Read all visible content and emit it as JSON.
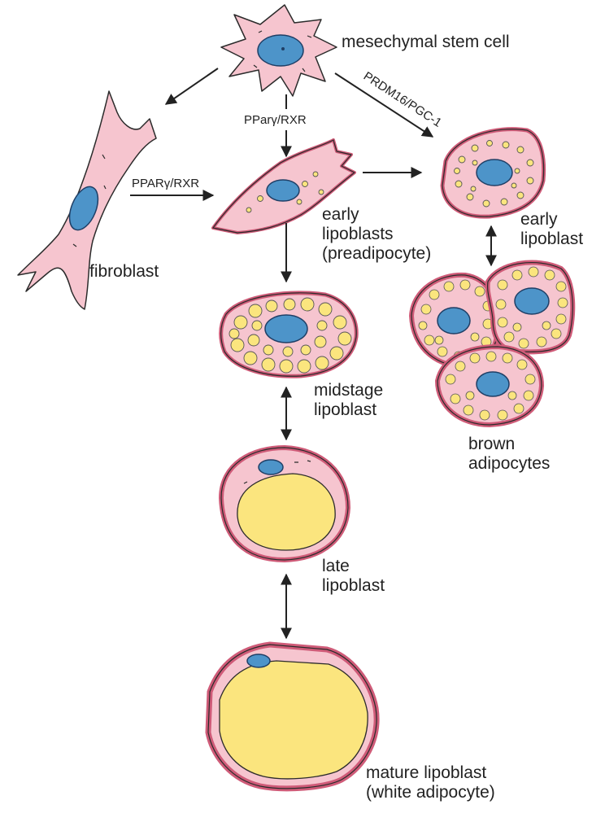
{
  "labels": {
    "msc": "mesechymal stem cell",
    "fibroblast": "fibroblast",
    "early_lipoblasts": [
      "early",
      "lipoblasts",
      "(preadipocyte)"
    ],
    "early_lipoblast": [
      "early",
      "lipoblast"
    ],
    "midstage": [
      "midstage",
      "lipoblast"
    ],
    "late": [
      "late",
      "lipoblast"
    ],
    "mature": [
      "mature lipoblast",
      "(white adipocyte)"
    ],
    "brown": [
      "brown",
      "adipocytes"
    ]
  },
  "arrow_labels": {
    "ppar_center": "PParγ/RXR",
    "ppar_fibro": "PPARγ/RXR",
    "prdm16": "PRDM16/PGC-1"
  },
  "colors": {
    "membrane": "#cf5b78",
    "cytoplasm": "#f6c5cf",
    "lipid": "#fbe57e",
    "nucleus": "#4d94c9",
    "outline": "#2b2b2b"
  }
}
